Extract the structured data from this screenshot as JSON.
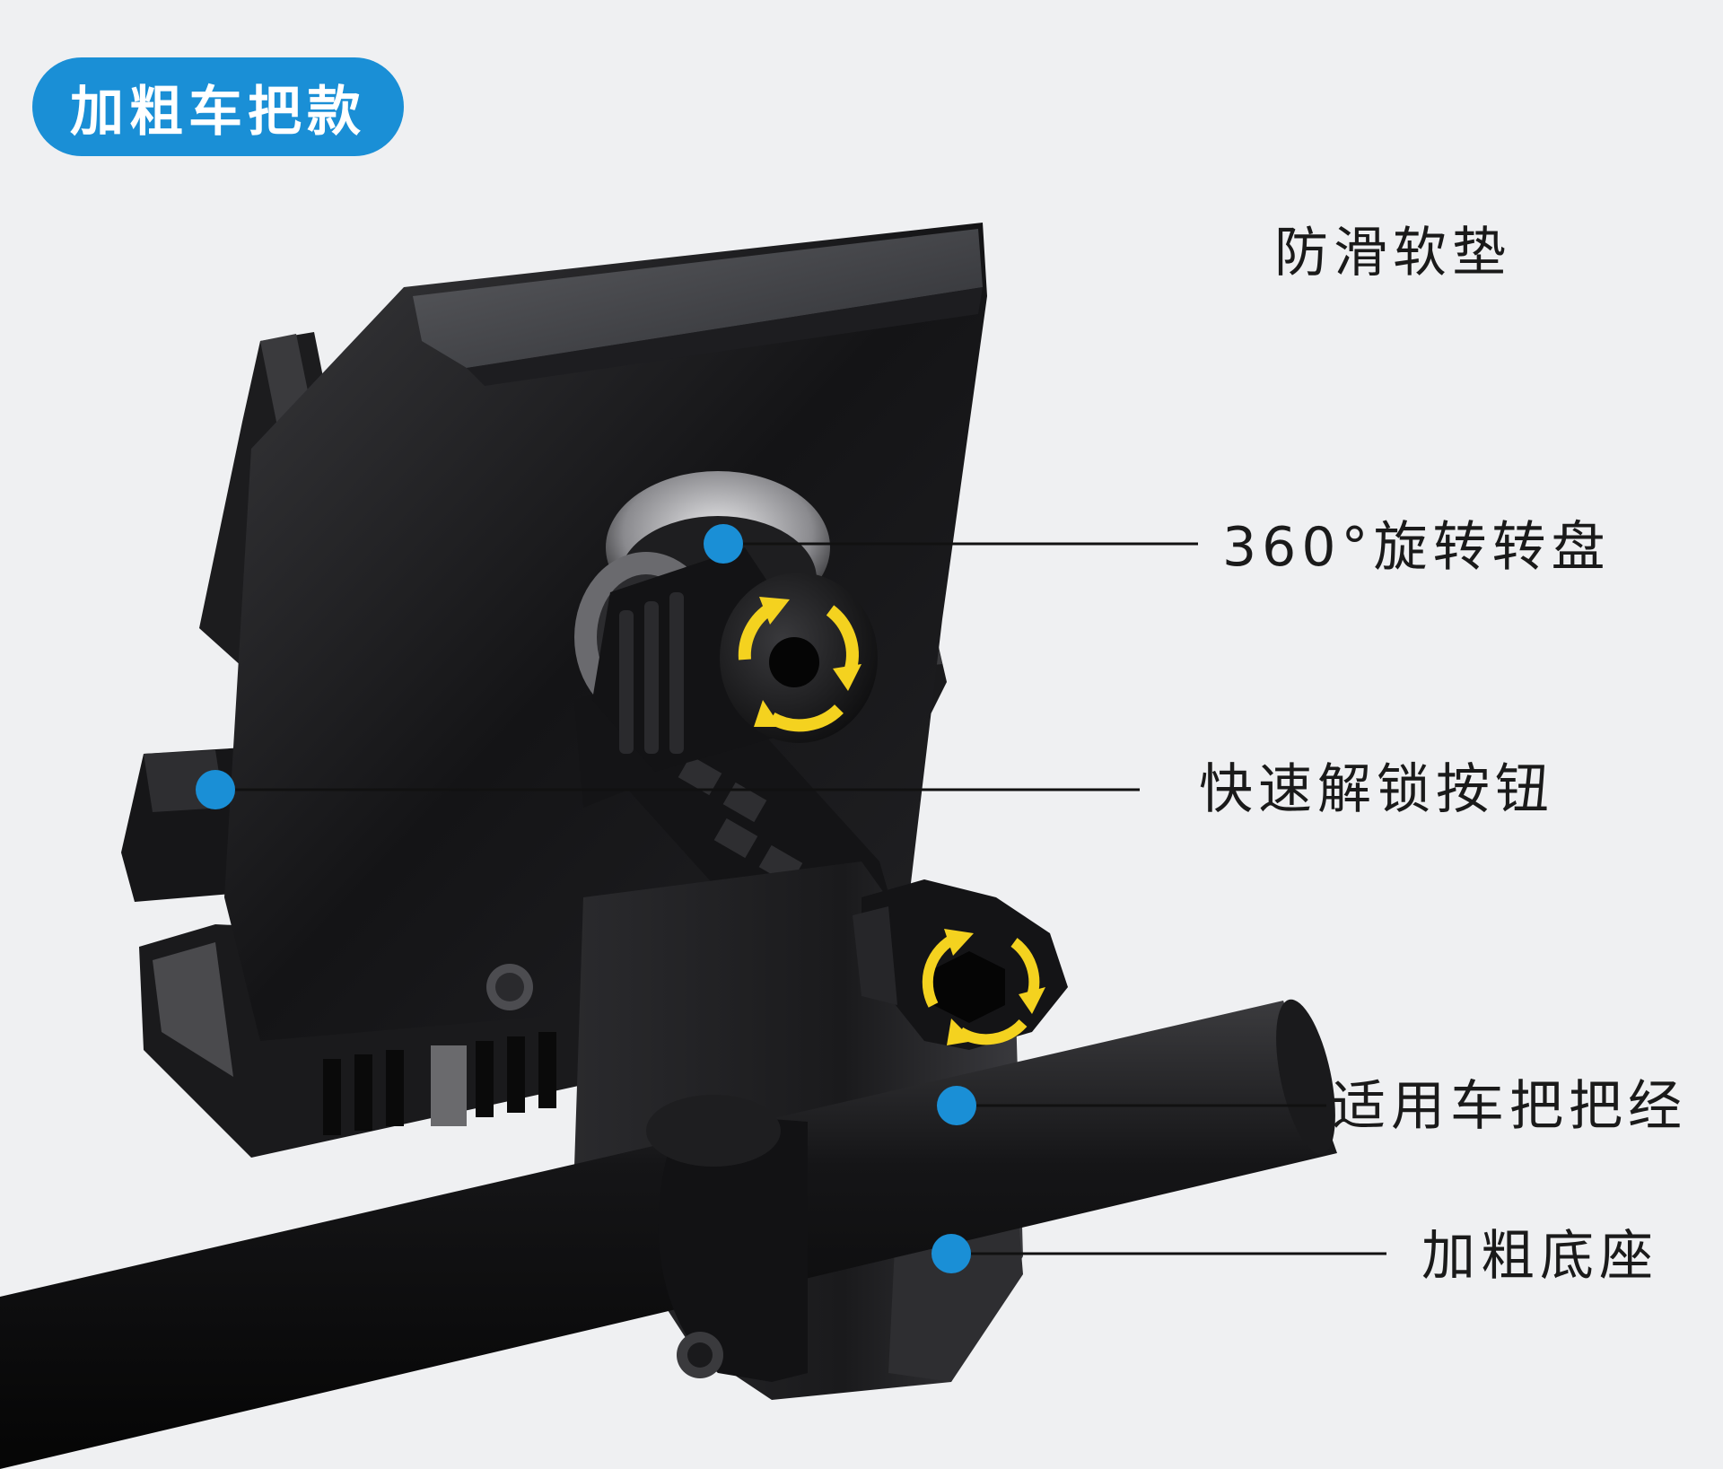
{
  "badge": {
    "text": "加粗车把款"
  },
  "features": [
    {
      "label": "防滑软垫"
    },
    {
      "label": "360°旋转转盘"
    },
    {
      "label": "快速解锁按钮"
    },
    {
      "label": "适用车把把经"
    },
    {
      "label": "加粗底座"
    }
  ],
  "colors": {
    "badge_bg": "#1a8fd6",
    "marker": "#1a8fd6",
    "arrow_yellow": "#f4d21f",
    "background": "#eff0f2"
  }
}
